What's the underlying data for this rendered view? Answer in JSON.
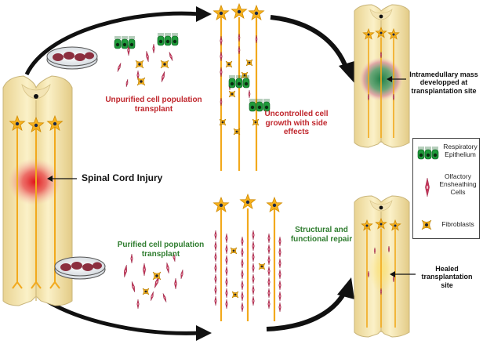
{
  "labels": {
    "unpurified": "Unpurified cell population transplant",
    "uncontrolled": "Uncontrolled cell growth with side effects",
    "mass": "Intramedullary mass developped at transplantation site",
    "injury": "Spinal Cord Injury",
    "purified": "Purified cell population transplant",
    "repair": "Structural and functional repair",
    "healed": "Healed transplantation site"
  },
  "legend": {
    "respiratory": "Respiratory Epithelium",
    "olfactory": "Olfactory Ensheathing Cells",
    "fibroblasts": "Fibroblasts"
  },
  "colors": {
    "cord": "#f6e7b0",
    "cord_edge": "#c9b57a",
    "axon": "#f2a91c",
    "neuron": "#f7b21e",
    "oec": "#c4355a",
    "epithelium": "#1f9a3a",
    "injury": "#e0161c",
    "mass_green": "#2d8f4e",
    "arrow": "#111111"
  }
}
